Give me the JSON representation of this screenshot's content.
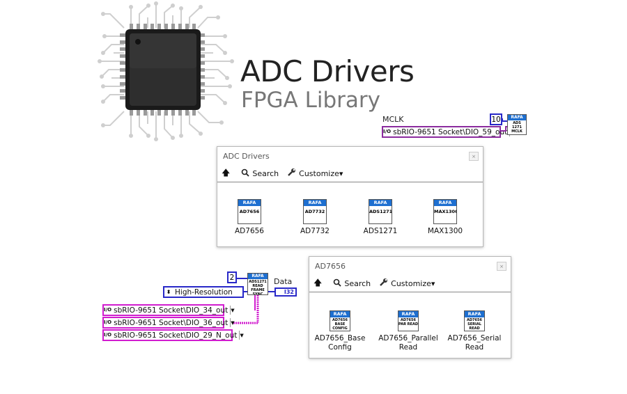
{
  "hero": {
    "title": "ADC Drivers",
    "subtitle": "FPGA Library"
  },
  "mclk_snippet": {
    "label": "MCLK",
    "constant": "10",
    "io_channel": "sbRIO-9651 Socket\\DIO_59_out",
    "vi_banner": "RAFA",
    "vi_text": "ADS 1271 MCLK"
  },
  "palette_main": {
    "title": "ADC Drivers",
    "close_glyph": "×",
    "toolbar": {
      "up_glyph": "🡅",
      "search_label": "Search",
      "customize_label": "Customize▾"
    },
    "items": [
      {
        "icon_banner": "RAFA",
        "icon_text": "AD7656",
        "label": "AD7656"
      },
      {
        "icon_banner": "RAFA",
        "icon_text": "AD7732",
        "label": "AD7732"
      },
      {
        "icon_banner": "RAFA",
        "icon_text": "ADS1271",
        "label": "ADS1271"
      },
      {
        "icon_banner": "RAFA",
        "icon_text": "MAX1300",
        "label": "MAX1300"
      }
    ]
  },
  "palette_sub": {
    "title": "AD7656",
    "close_glyph": "×",
    "toolbar": {
      "up_glyph": "🡅",
      "search_label": "Search",
      "customize_label": "Customize▾"
    },
    "items": [
      {
        "icon_banner": "RAFA",
        "icon_text": "AD7656 BASE CONFIG",
        "label_line1": "AD7656_Base",
        "label_line2": "Config"
      },
      {
        "icon_banner": "RAFA",
        "icon_text": "AD7656 PAR READ",
        "label_line1": "AD7656_Parallel",
        "label_line2": "Read"
      },
      {
        "icon_banner": "RAFA",
        "icon_text": "AD7656 SERIAL READ",
        "label_line1": "AD7656_Serial",
        "label_line2": "Read"
      }
    ]
  },
  "read_snippet": {
    "constant": "2",
    "mode_value": "High-Resolution",
    "vi_banner": "RAFA",
    "vi_text": "ADS1271 READ FRAME SYNC",
    "output_label": "Data",
    "output_type": "I32",
    "io_channels": [
      "sbRIO-9651 Socket\\DIO_34_out",
      "sbRIO-9651 Socket\\DIO_36_out",
      "sbRIO-9651 Socket\\DIO_29_N_out"
    ]
  },
  "colors": {
    "accent_blue": "#1e6fd0",
    "wire_purple": "#8b2b9e",
    "wire_magenta": "#d11ccf",
    "wire_blue": "#2828c8"
  }
}
